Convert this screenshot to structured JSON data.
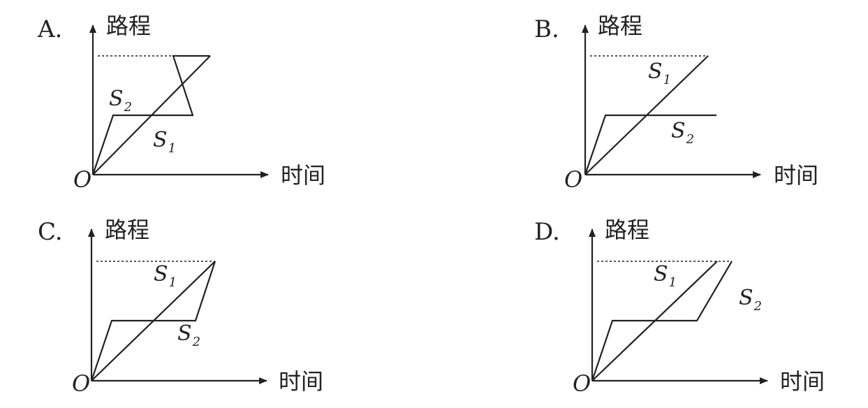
{
  "panels": [
    {
      "id": "A",
      "label": "A.",
      "y_axis": "路程",
      "x_axis": "时间",
      "origin": "O",
      "s1": "S",
      "s1_sub": "1",
      "s2": "S",
      "s2_sub": "2"
    },
    {
      "id": "B",
      "label": "B.",
      "y_axis": "路程",
      "x_axis": "时间",
      "origin": "O",
      "s1": "S",
      "s1_sub": "1",
      "s2": "S",
      "s2_sub": "2"
    },
    {
      "id": "C",
      "label": "C.",
      "y_axis": "路程",
      "x_axis": "时间",
      "origin": "O",
      "s1": "S",
      "s1_sub": "1",
      "s2": "S",
      "s2_sub": "2"
    },
    {
      "id": "D",
      "label": "D.",
      "y_axis": "路程",
      "x_axis": "时间",
      "origin": "O",
      "s1": "S",
      "s1_sub": "1",
      "s2": "S",
      "s2_sub": "2"
    }
  ]
}
